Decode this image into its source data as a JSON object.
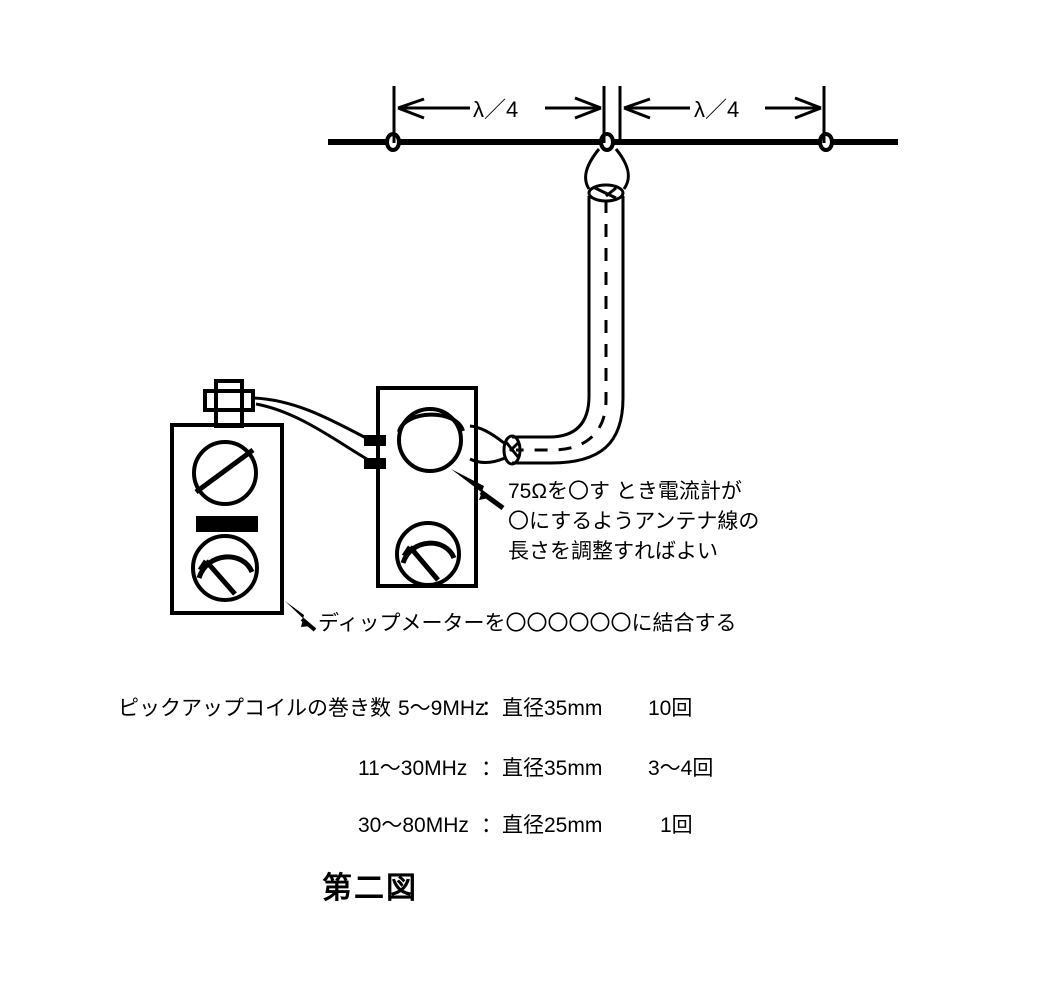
{
  "figure": {
    "title": "第二図",
    "dimension_labels": [
      {
        "text": "λ／4"
      },
      {
        "text": "λ／4"
      }
    ],
    "annotations": {
      "impedance_note": [
        "75Ωを〇す とき電流計が",
        "〇にするようアンテナ線の",
        "長さを調整すればよい"
      ],
      "dipmeter_caption": "ディップメーターを〇〇〇〇〇〇に結合する"
    },
    "coil_table": {
      "heading": "ピックアップコイルの巻き数",
      "rows": [
        {
          "range": "5〜9MHz",
          "diameter": "直径35mm",
          "turns": "10回"
        },
        {
          "range": "11〜30MHz",
          "diameter": "直径35mm",
          "turns": "3〜4回"
        },
        {
          "range": "30〜80MHz",
          "diameter": "直径25mm",
          "turns": "1回"
        }
      ]
    },
    "colors": {
      "ink": "#000000",
      "background": "#ffffff"
    },
    "parts": {
      "antenna_wire": "antenna-wire",
      "center_insulator": "center-insulator",
      "left_insulator": "left-end-insulator",
      "right_insulator": "right-end-insulator",
      "coax": "coaxial-feedline",
      "dip_meter": "dip-meter",
      "measuring_instrument": "current-meter-instrument"
    }
  }
}
